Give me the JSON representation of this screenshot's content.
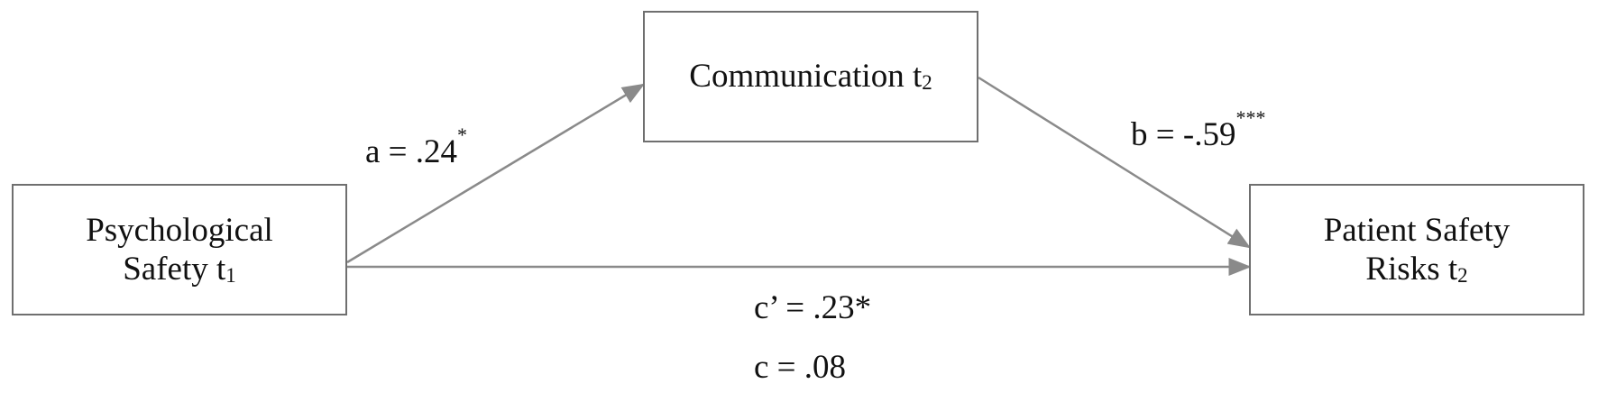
{
  "nodes": {
    "predictor": {
      "line1": "Psychological",
      "line2_text": "Safety t",
      "line2_sub": "1"
    },
    "mediator": {
      "text": "Communication t",
      "sub": "2"
    },
    "outcome": {
      "line1": "Patient Safety",
      "line2_text": "Risks t",
      "line2_sub": "2"
    }
  },
  "paths": {
    "a": {
      "label": "a = .24",
      "sig": "*"
    },
    "b": {
      "label": "b = -.59",
      "sig": "***"
    },
    "c_prime": {
      "label": "c’ = .23*"
    },
    "c": {
      "label": "c = .08"
    }
  },
  "colors": {
    "box_border": "#6f6f6f",
    "arrow": "#8a8a8a",
    "text": "#111111"
  }
}
